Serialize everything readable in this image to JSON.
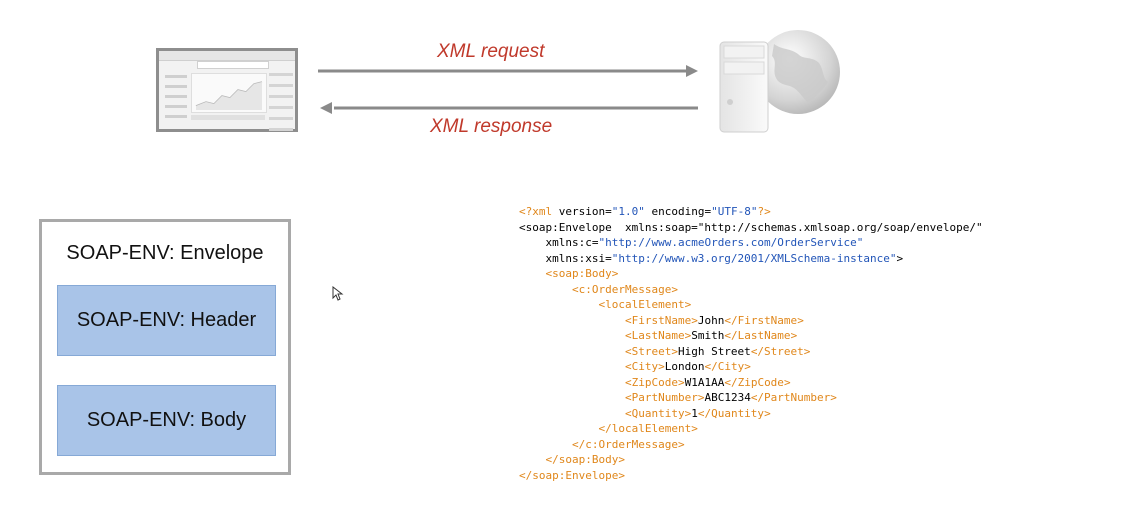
{
  "request_label": "XML request",
  "response_label": "XML response",
  "envelope": {
    "title": "SOAP-ENV: Envelope",
    "header": "SOAP-ENV: Header",
    "body": "SOAP-ENV: Body"
  },
  "code_lines": [
    "<?xml version=\"1.0\" encoding=\"UTF-8\"?>",
    "<soap:Envelope  xmlns:soap=\"http://schemas.xmlsoap.org/soap/envelope/\"",
    "    xmlns:c=\"http://www.acmeOrders.com/OrderService\"",
    "    xmlns:xsi=\"http://www.w3.org/2001/XMLSchema-instance\">",
    "    <soap:Body>",
    "        <c:OrderMessage>",
    "            <localElement>",
    "                <FirstName>John</FirstName>",
    "                <LastName>Smith</LastName>",
    "                <Street>High Street</Street>",
    "                <City>London</City>",
    "                <ZipCode>W1A1AA</ZipCode>",
    "                <PartNumber>ABC1234</PartNumber>",
    "                <Quantity>1</Quantity>",
    "            </localElement>",
    "        </c:OrderMessage>",
    "    </soap:Body>",
    "</soap:Envelope>"
  ],
  "colors": {
    "label": "#c0392b",
    "tag": "#e0871b",
    "string": "#2255b8",
    "block": "#a9c4e8"
  }
}
